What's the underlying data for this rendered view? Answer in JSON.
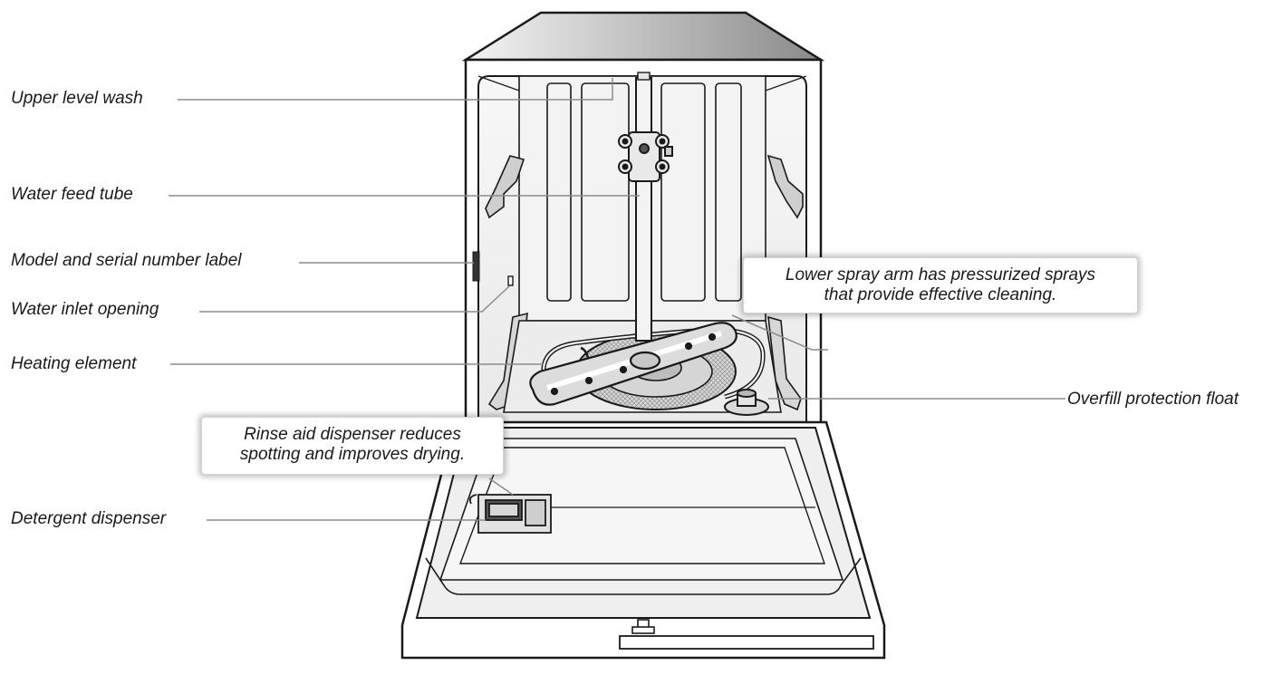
{
  "labels": {
    "upper_level_wash": "Upper level wash",
    "water_feed_tube": "Water feed tube",
    "model_serial_label": "Model and serial number label",
    "water_inlet_opening": "Water inlet opening",
    "heating_element": "Heating element",
    "detergent_dispenser": "Detergent dispenser",
    "overfill_protection_float": "Overfill protection float"
  },
  "callouts": {
    "lower_spray_arm": {
      "line1": "Lower spray arm has pressurized sprays",
      "line2": "that provide effective cleaning."
    },
    "rinse_aid": {
      "line1": "Rinse aid dispenser reduces",
      "line2": "spotting and improves drying."
    }
  },
  "colors": {
    "outline": "#1a1a1a",
    "leader_line": "#8c8c8c",
    "roof_gradient_start": "#f2f2f2",
    "roof_gradient_end": "#8a8a8a",
    "tub_gray": "#e6e6e6",
    "filter_gray": "#b5b5b5"
  }
}
